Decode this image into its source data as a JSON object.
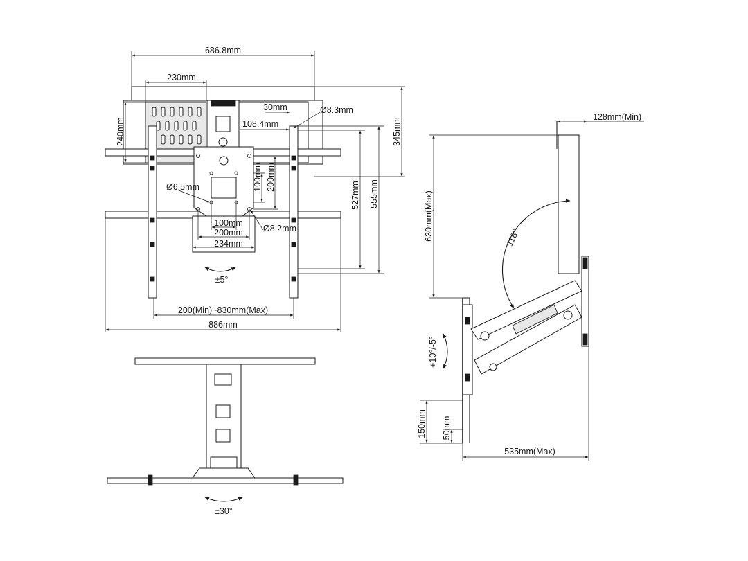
{
  "front_view": {
    "overall_width": "686.8mm",
    "plate_width": "230mm",
    "plate_height": "240mm",
    "offset_30": "30mm",
    "hole_top": "Ø8.3mm",
    "offset_108": "108.4mm",
    "total_height": "345mm",
    "height_555": "555mm",
    "height_527": "527mm",
    "vesa_v100": "100mm",
    "vesa_v200": "200mm",
    "hole_small": "Ø6.5mm",
    "hole_large": "Ø8.2mm",
    "vesa_h100": "100mm",
    "vesa_h200": "200mm",
    "width_234": "234mm",
    "rotation": "±5°",
    "arm_span": "200(Min)~830mm(Max)",
    "arm_width": "886mm"
  },
  "top_view": {
    "swivel": "±30°"
  },
  "side_view": {
    "depth_min": "128mm(Min)",
    "height_max": "630mm(Max)",
    "angle": "118°",
    "tilt": "+10°/-5°",
    "height_150": "150mm",
    "height_50": "50mm",
    "depth_max": "535mm(Max)"
  }
}
